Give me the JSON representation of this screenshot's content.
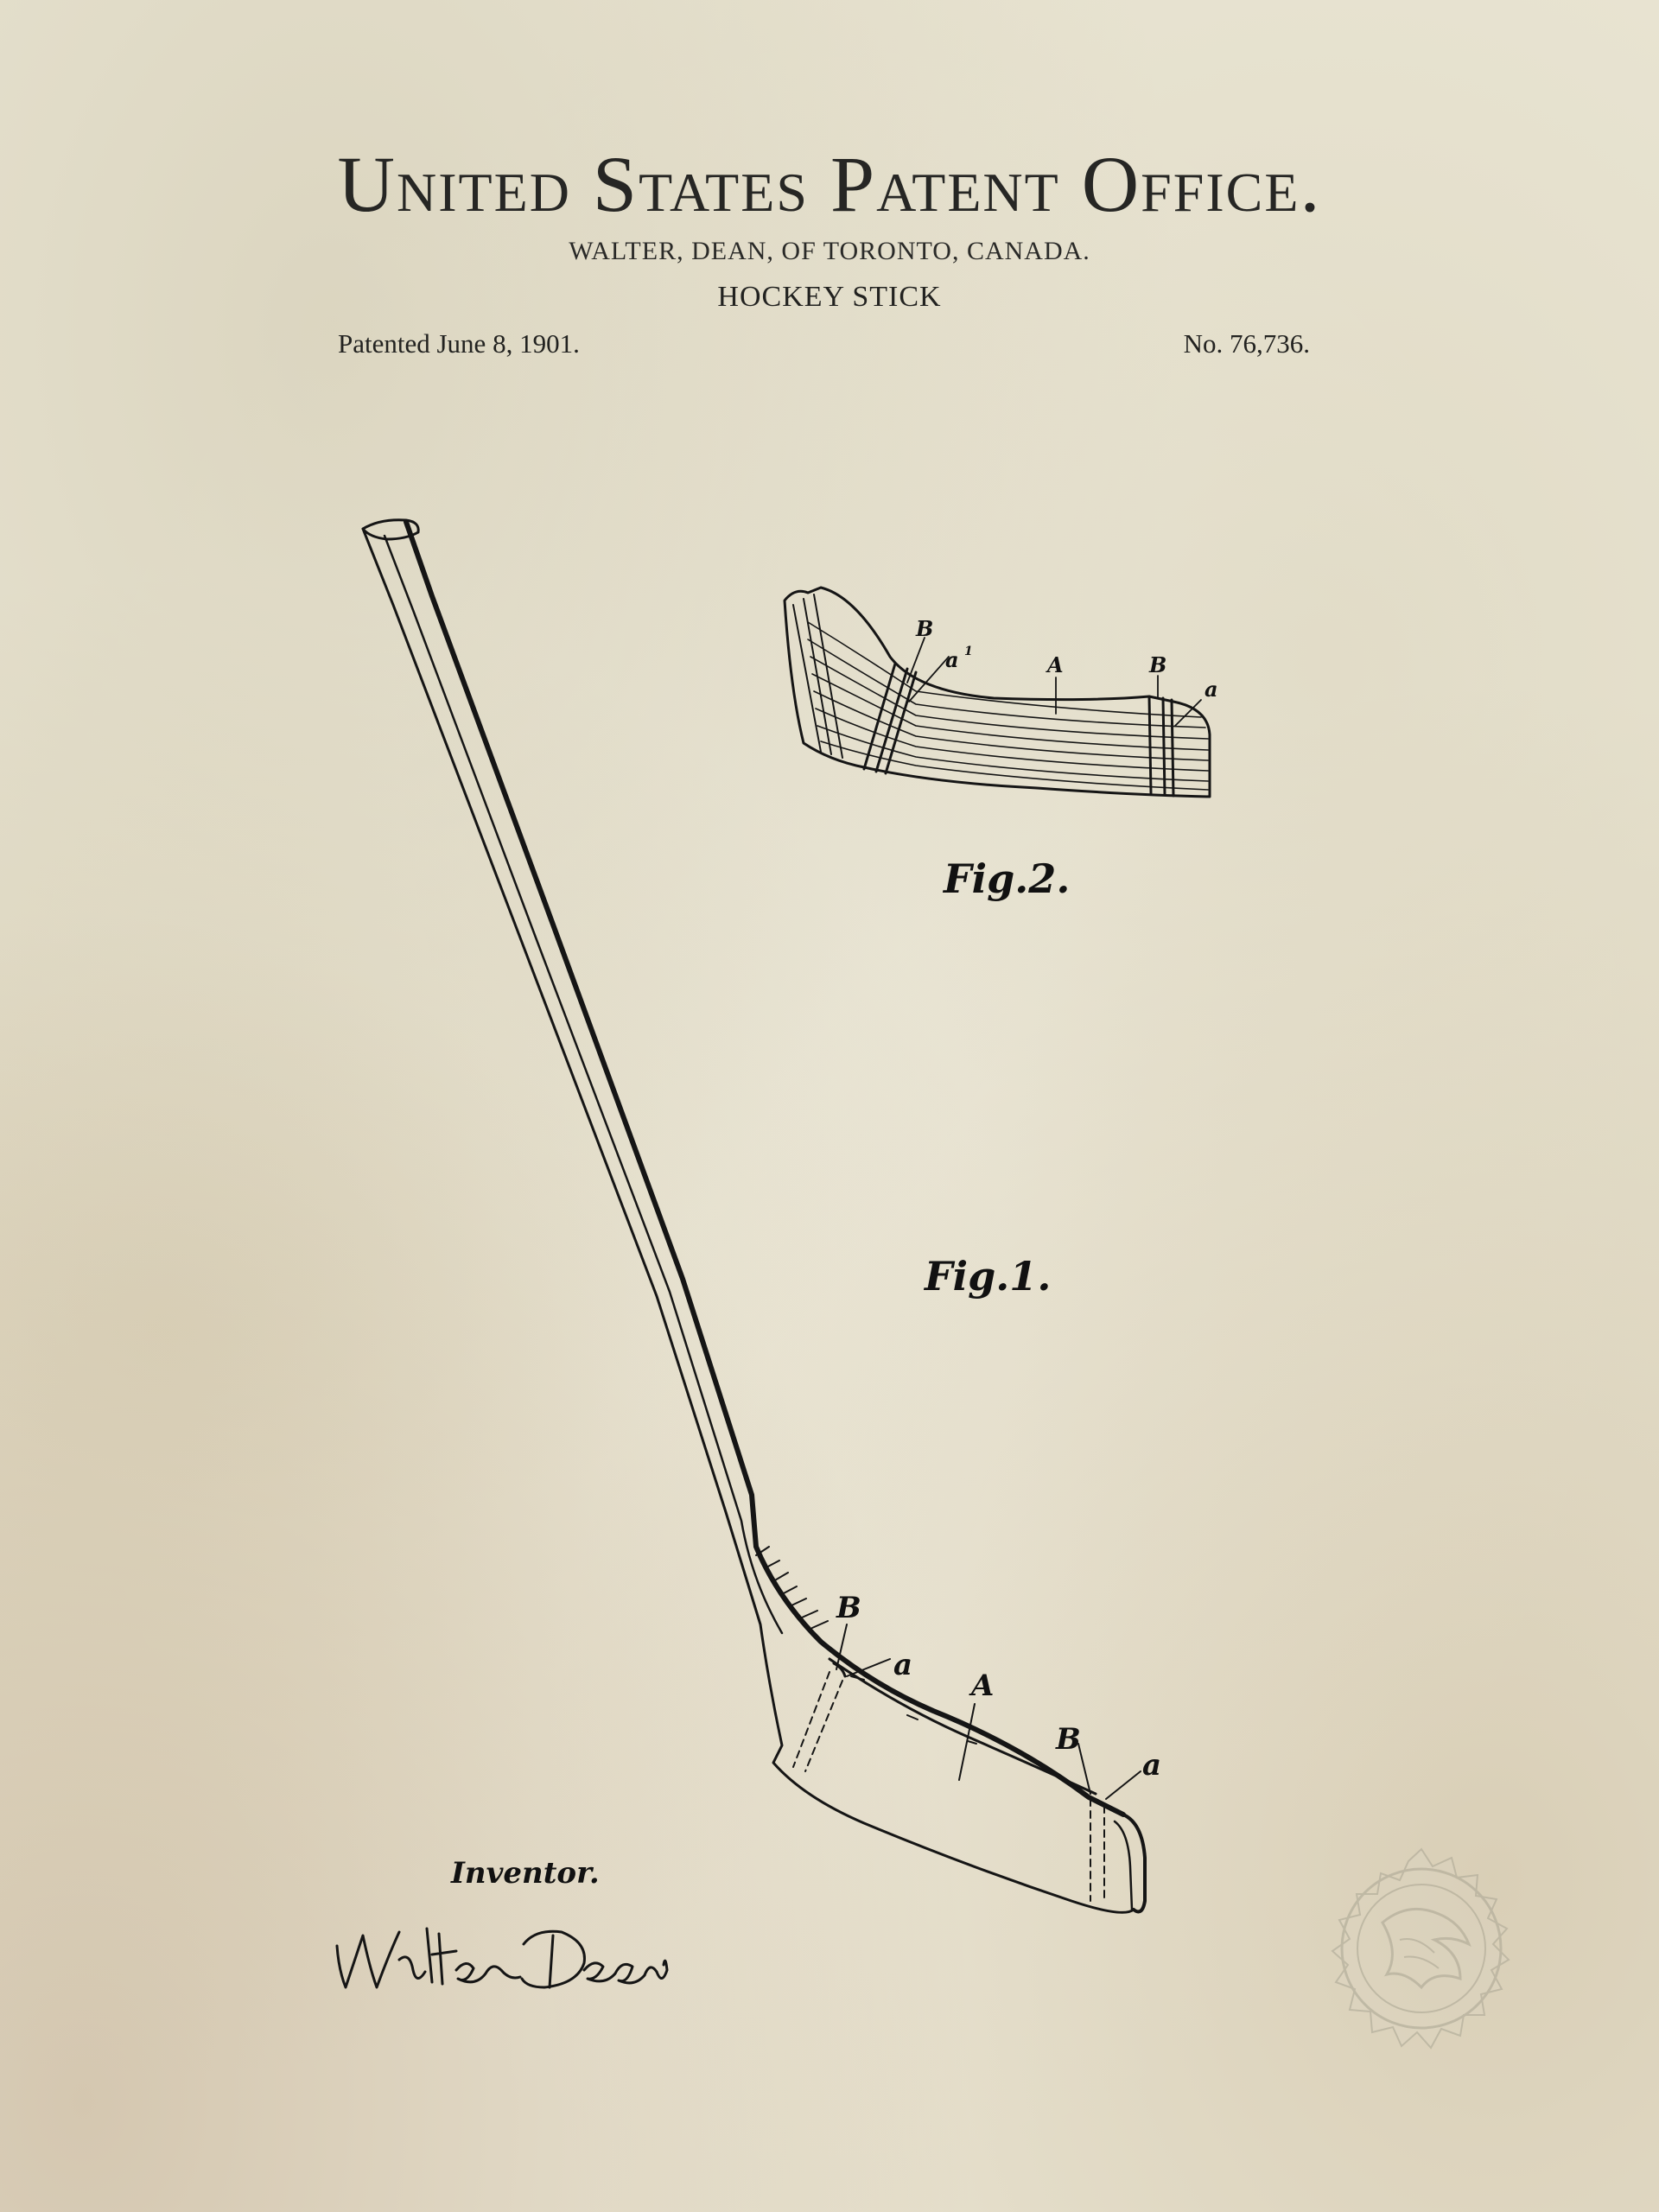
{
  "header": {
    "office_title": "United States Patent Office.",
    "inventor_line": "WALTER, DEAN, OF TORONTO, CANADA.",
    "invention_title": "HOCKEY STICK",
    "patented_date": "Patented June 8, 1901.",
    "patent_number": "No. 76,736."
  },
  "drawing": {
    "fig1_label": "Fig.1.",
    "fig2_label": "Fig.2.",
    "fig1_refs": {
      "b_left": "B",
      "a_left": "a",
      "a_main": "A",
      "b_right": "B",
      "a_right": "a"
    },
    "fig2_refs": {
      "b_left": "B",
      "a1": "a",
      "a1_sup": "1",
      "a_main": "A",
      "b_right": "B",
      "a_right": "a"
    }
  },
  "signature": {
    "inventor_label": "Inventor.",
    "signature_text": "Walter Dean"
  },
  "seal": {
    "icon": "eagle-seal-icon"
  }
}
